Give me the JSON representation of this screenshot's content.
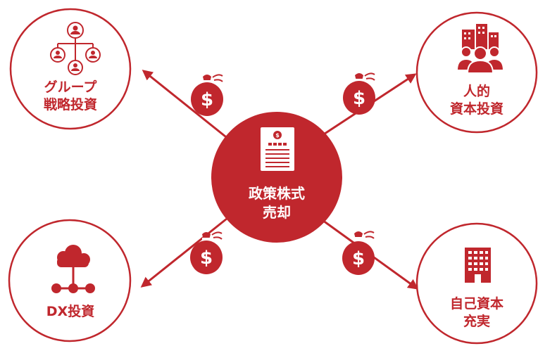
{
  "colors": {
    "accent": "#c0272d",
    "background": "#ffffff",
    "on_accent": "#ffffff"
  },
  "center": {
    "lines": [
      "政策株式",
      "売却"
    ],
    "icon": "document-icon",
    "doc_badge": "$"
  },
  "targets": [
    {
      "id": "group-strategy",
      "lines": [
        "グループ",
        "戦略投資"
      ],
      "icon": "org-chart-people-icon"
    },
    {
      "id": "human-capital",
      "lines": [
        "人的",
        "資本投資"
      ],
      "icon": "people-buildings-icon"
    },
    {
      "id": "dx",
      "lines": [
        "DX投資"
      ],
      "icon": "cloud-network-icon"
    },
    {
      "id": "equity",
      "lines": [
        "自己資本",
        "充実"
      ],
      "icon": "office-building-icon"
    }
  ],
  "money_bags": {
    "symbol": "$",
    "icon": "money-bag-icon"
  }
}
